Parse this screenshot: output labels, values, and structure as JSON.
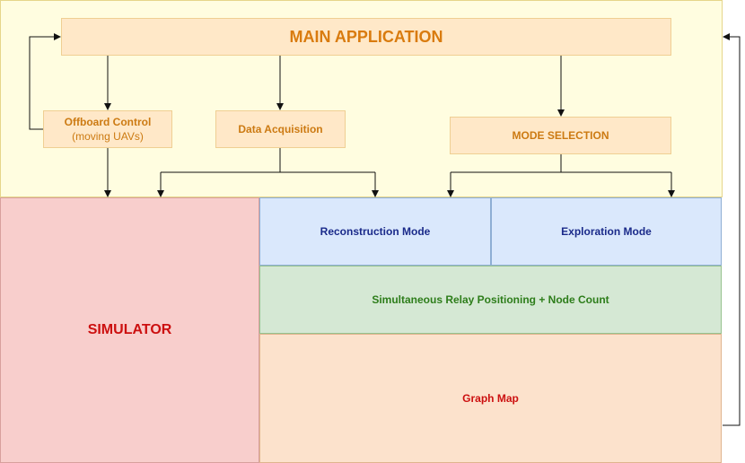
{
  "main_app": {
    "label": "MAIN APPLICATION"
  },
  "offboard": {
    "line1": "Offboard Control",
    "line2": "(moving UAVs)"
  },
  "data_acquisition": {
    "label": "Data Acquisition"
  },
  "mode_selection": {
    "label": "MODE SELECTION"
  },
  "simulator": {
    "label": "SIMULATOR"
  },
  "reconstruction_mode": {
    "label": "Reconstruction Mode"
  },
  "exploration_mode": {
    "label": "Exploration Mode"
  },
  "relay": {
    "label": "Simultaneous Relay Positioning + Node Count"
  },
  "graph_map": {
    "label": "Graph Map"
  },
  "colors": {
    "app_region": "#fffde0",
    "orange_box": "#ffe8c8",
    "simulator": "#f8cecc",
    "blue_mode": "#dae8fc",
    "green_relay": "#d5e8d4",
    "graph_map": "#fce2cc"
  }
}
